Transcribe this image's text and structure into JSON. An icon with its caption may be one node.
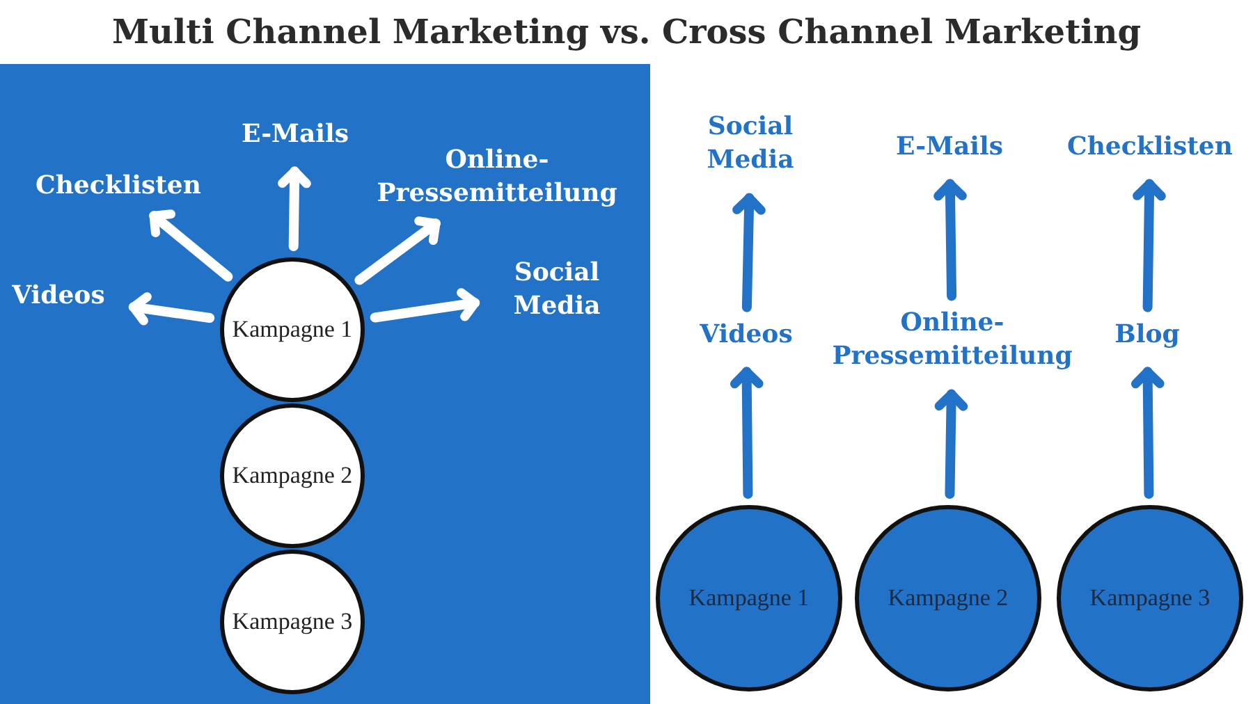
{
  "diagram": {
    "title": "Multi Channel Marketing vs. Cross Channel Marketing",
    "nodes": [
      {
        "text": [
          "Kampagne 1"
        ]
      },
      {
        "text": [
          "Kampagne 2"
        ]
      },
      {
        "text": [
          "Kampagne 3"
        ]
      },
      {
        "text": [
          "Videos"
        ]
      },
      {
        "text": [
          "Checklisten"
        ]
      },
      {
        "text": [
          "E-Mails"
        ]
      },
      {
        "text": [
          "Online-Pressemitteilung"
        ]
      },
      {
        "text": [
          "Social Media"
        ]
      },
      {
        "text": [
          "Social Media"
        ]
      },
      {
        "text": [
          "E-Mails"
        ]
      },
      {
        "text": [
          "Checklisten"
        ]
      },
      {
        "text": [
          "Videos"
        ]
      },
      {
        "text": [
          "Online-Pressemitteilung"
        ]
      },
      {
        "text": [
          "Blog"
        ]
      },
      {
        "text": [
          "Kampagne 1"
        ]
      },
      {
        "text": [
          "Kampagne 2"
        ]
      },
      {
        "text": [
          "Kampagne 3"
        ]
      }
    ],
    "edges": [
      {
        "from": 0,
        "to": 3,
        "arrow": "to",
        "color": "#ffffff"
      },
      {
        "from": 0,
        "to": 4,
        "arrow": "to",
        "color": "#ffffff"
      },
      {
        "from": 0,
        "to": 5,
        "arrow": "to",
        "color": "#ffffff"
      },
      {
        "from": 0,
        "to": 6,
        "arrow": "to",
        "color": "#ffffff"
      },
      {
        "from": 0,
        "to": 7,
        "arrow": "to",
        "color": "#ffffff"
      },
      {
        "from": 14,
        "to": 11,
        "arrow": "to"
      },
      {
        "from": 11,
        "to": 8,
        "arrow": "to"
      },
      {
        "from": 15,
        "to": 12,
        "arrow": "to"
      },
      {
        "from": 12,
        "to": 9,
        "arrow": "to"
      },
      {
        "from": 16,
        "to": 13,
        "arrow": "to"
      },
      {
        "from": 13,
        "to": 10,
        "arrow": "to"
      }
    ]
  }
}
